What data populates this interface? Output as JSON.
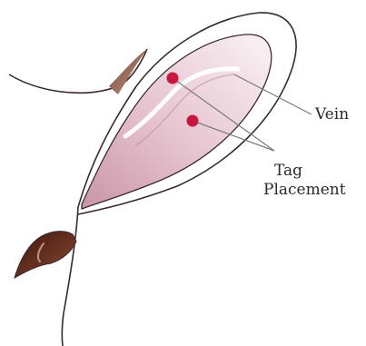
{
  "labels": {
    "vein": "Vein",
    "tag_line1": "Tag",
    "tag_line2": "Placement"
  },
  "colors": {
    "outline": "#3a2a2a",
    "ear_fill_light": "#f7eef1",
    "ear_fill_dark": "#d8a9b8",
    "vein_highlight": "#ffffff",
    "tag_dot": "#c8173f",
    "leader_line": "#7a7a7a",
    "hair_tuft": "#5a2a1e"
  }
}
